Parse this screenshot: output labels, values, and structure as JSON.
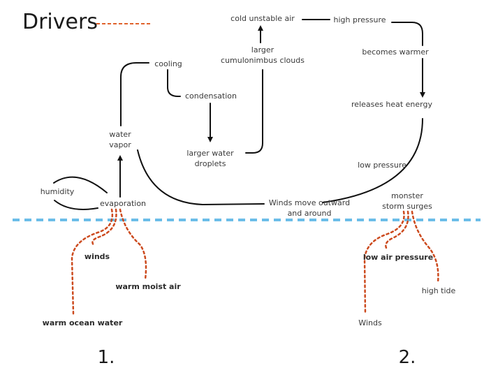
{
  "legend": {
    "title": "Drivers",
    "line_style": "dashed",
    "line_color": "#e0622c"
  },
  "colors": {
    "arrow": "#111111",
    "driver": "#cc4a1e",
    "sea_line": "#6bbde8",
    "text": "#3a3a3a"
  },
  "cycle": {
    "cooling": "cooling",
    "condensation": "condensation",
    "larger_water_droplets_1": "larger water",
    "larger_water_droplets_2": "droplets",
    "larger_clouds_1": "larger",
    "larger_clouds_2": "cumulonimbus clouds",
    "cold_unstable_air": "cold unstable air",
    "high_pressure": "high pressure",
    "becomes_warmer": "becomes warmer",
    "releases_heat_energy": "releases heat energy",
    "low_pressure": "low pressure",
    "winds_move_1": "Winds move outward",
    "winds_move_2": "and around",
    "water_vapor_1": "water",
    "water_vapor_2": "vapor",
    "humidity": "humidity",
    "evaporation": "evaporation",
    "monster_1": "monster",
    "monster_2": "storm surges"
  },
  "drivers_1": {
    "winds": "winds",
    "warm_moist_air": "warm moist air",
    "warm_ocean_water": "warm ocean water"
  },
  "drivers_2": {
    "low_air_pressure": "low air pressure",
    "high_tide": "high tide",
    "winds": "Winds"
  },
  "section_numbers": {
    "one": "1.",
    "two": "2."
  }
}
